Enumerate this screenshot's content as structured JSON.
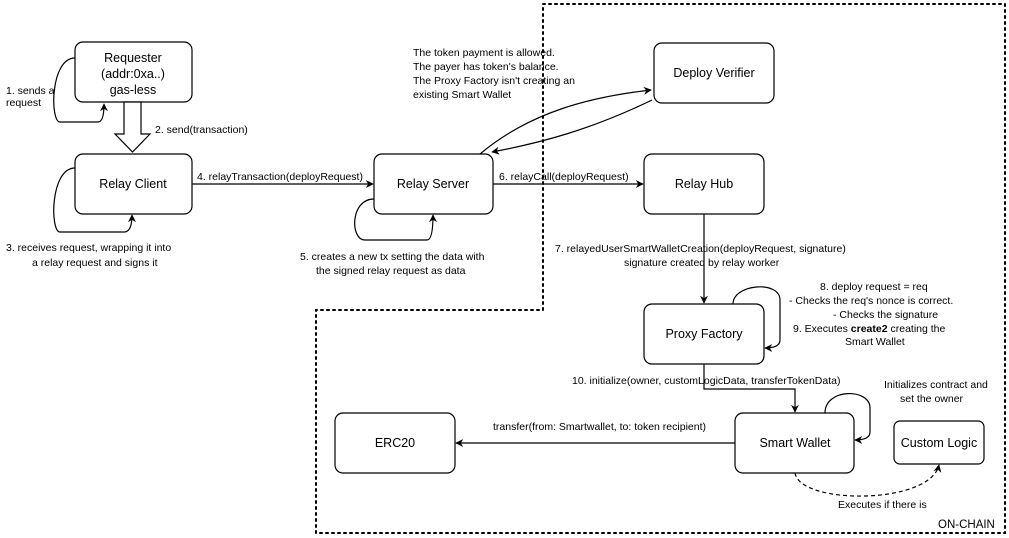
{
  "colors": {
    "stroke": "#000000",
    "fill": "#ffffff",
    "text": "#000000"
  },
  "region": {
    "label": "ON-CHAIN"
  },
  "nodes": {
    "requester": {
      "lines": [
        "Requester",
        "(addr:0xa..)",
        "gas-less"
      ]
    },
    "relay_client": {
      "label": "Relay Client"
    },
    "relay_server": {
      "label": "Relay Server"
    },
    "relay_hub": {
      "label": "Relay Hub"
    },
    "deploy_verifier": {
      "label": "Deploy Verifier"
    },
    "proxy_factory": {
      "label": "Proxy Factory"
    },
    "smart_wallet": {
      "label": "Smart Wallet"
    },
    "erc20": {
      "label": "ERC20"
    },
    "custom_logic": {
      "label": "Custom Logic"
    }
  },
  "edges": {
    "e1": {
      "lines": [
        "1. sends a",
        "request"
      ]
    },
    "e2": {
      "label": "2. send(transaction)"
    },
    "e3": {
      "lines": [
        "3. receives request, wrapping it into",
        "a relay request and signs it"
      ]
    },
    "e4": {
      "label": "4. relayTransaction(deployRequest)"
    },
    "e5": {
      "lines": [
        "5. creates a new tx setting the data with",
        "the signed relay request as data"
      ]
    },
    "e6": {
      "label": "6. relayCall(deployRequest)"
    },
    "e7": {
      "lines": [
        "7. relayedUserSmartWalletCreation(deployRequest, signature)",
        "signature created by relay worker"
      ]
    },
    "e8": {
      "lines": [
        "8. deploy request = req",
        "- Checks the req's nonce is correct.",
        "- Checks the signature"
      ]
    },
    "e9": {
      "lines_prefix": "9. Executes ",
      "bold": "create2",
      "suffix": " creating the",
      "line2": "Smart Wallet"
    },
    "e10": {
      "label": "10. initialize(owner, customLogicData, transferTokenData)"
    },
    "init": {
      "lines": [
        "Initializes contract and",
        "set the owner"
      ]
    },
    "transfer": {
      "label": "transfer(from: Smartwallet, to: token recipient)"
    },
    "custom": {
      "label": "Executes if there is"
    },
    "verifier_note": {
      "lines": [
        "The token payment is allowed.",
        "The payer has token's balance.",
        "The Proxy Factory isn't creating an",
        "existing Smart Wallet"
      ]
    }
  }
}
